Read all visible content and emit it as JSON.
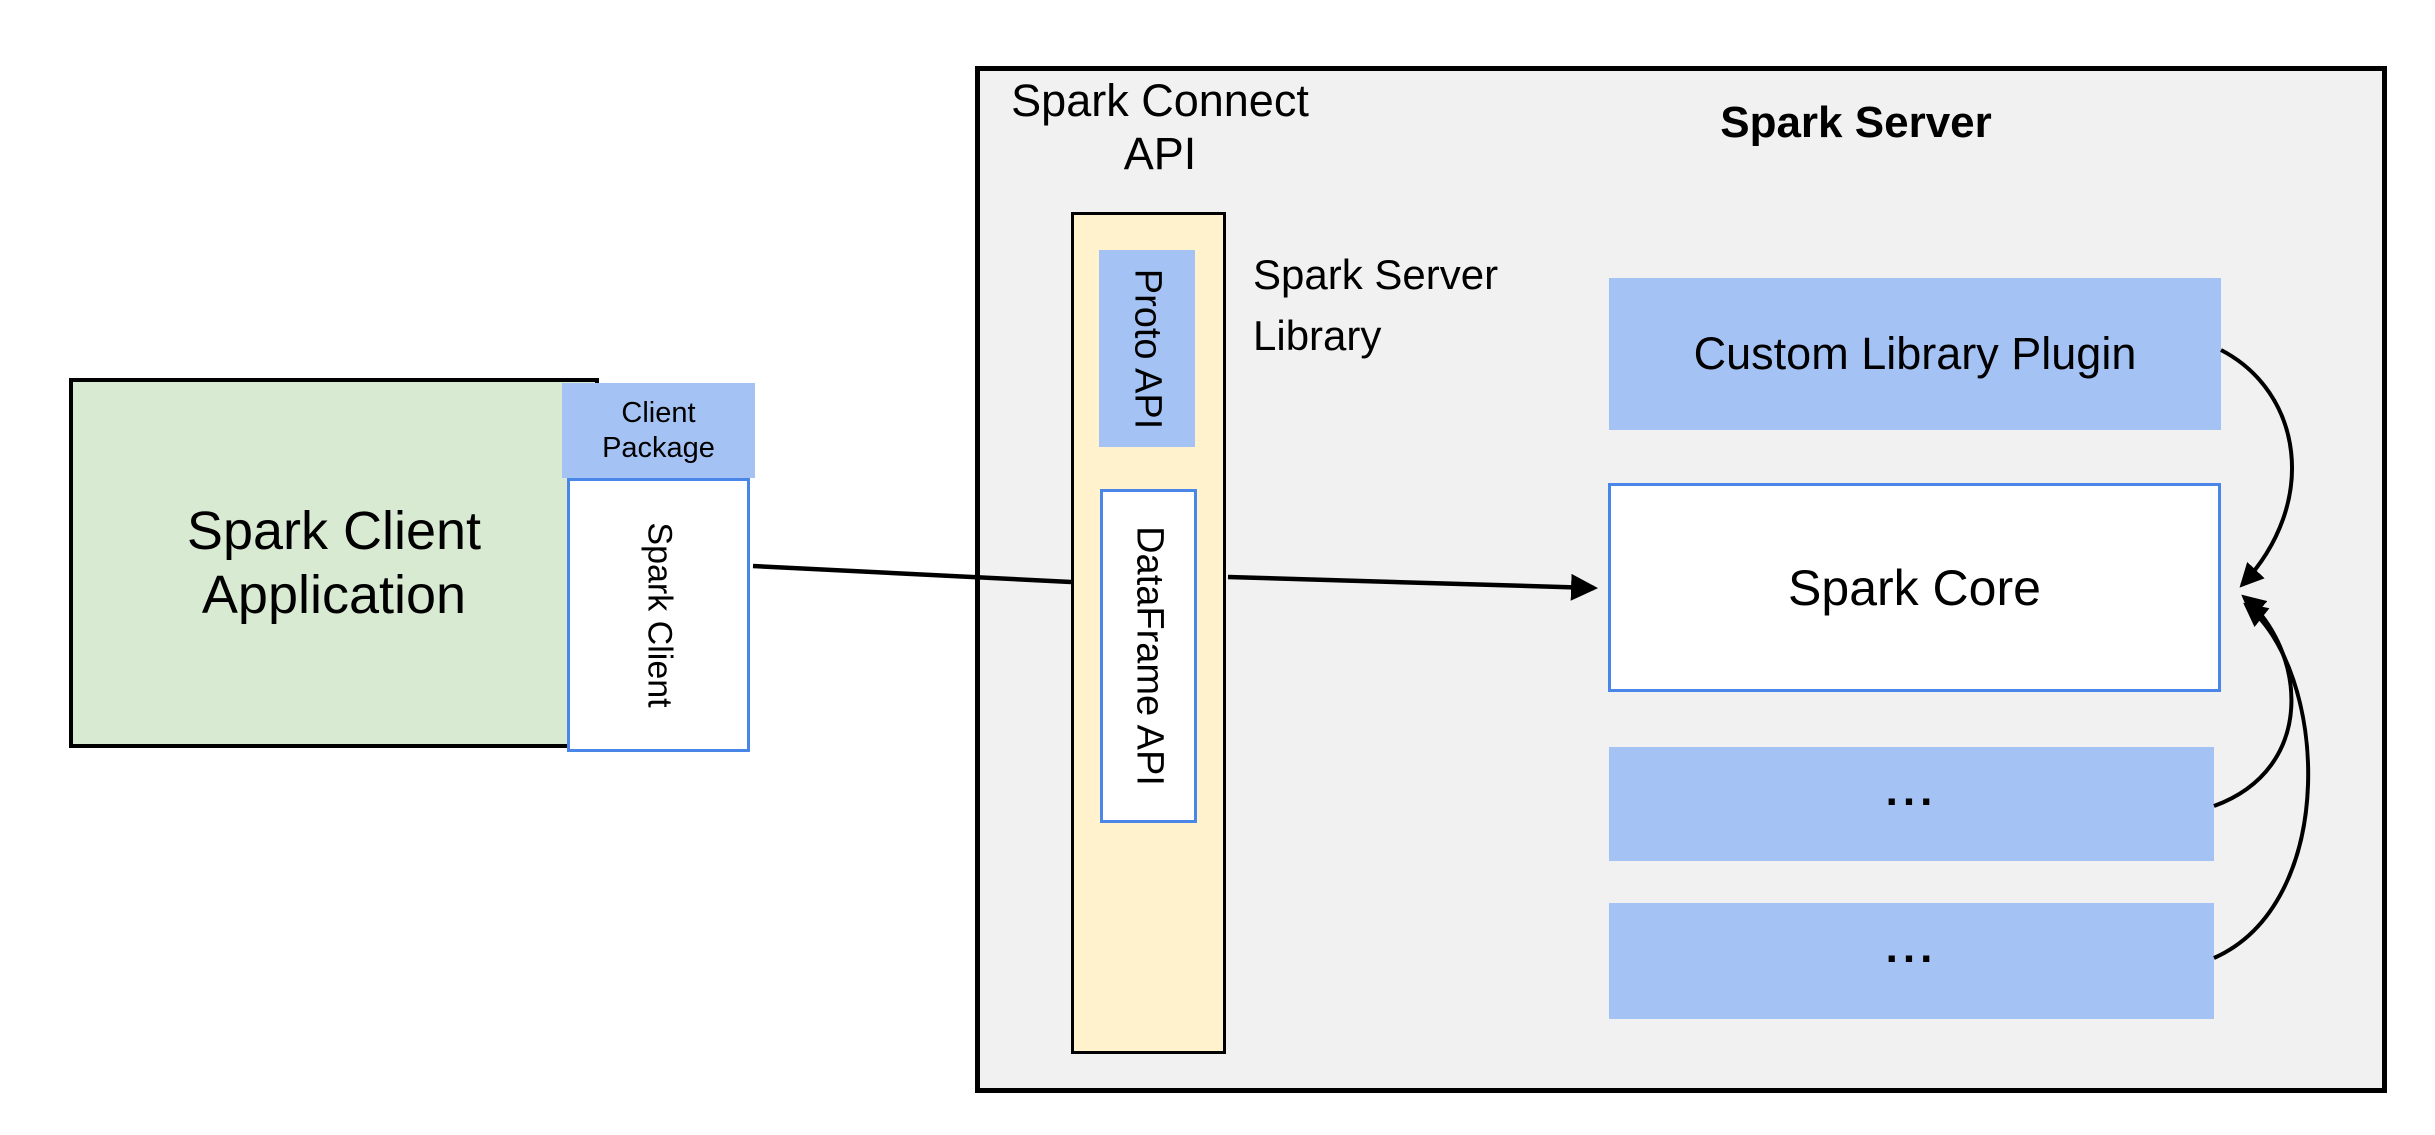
{
  "diagram": {
    "client": {
      "app_label_line1": "Spark Client",
      "app_label_line2": "Application",
      "package_label_line1": "Client",
      "package_label_line2": "Package",
      "spark_client_label": "Spark Client"
    },
    "connect_api": {
      "label_line1": "Spark Connect",
      "label_line2": "API",
      "proto_api_label": "Proto API",
      "dataframe_api_label": "DataFrame API",
      "library_label_line1": "Spark Server",
      "library_label_line2": "Library"
    },
    "server": {
      "title": "Spark Server",
      "custom_library_plugin_label": "Custom Library Plugin",
      "spark_core_label": "Spark Core",
      "ellipsis_box_1_label": "...",
      "ellipsis_box_2_label": "..."
    },
    "colors": {
      "client_app_fill": "#D9EAD3",
      "plugin_fill": "#A4C2F4",
      "library_fill": "#FFF2CC",
      "server_fill": "#F1F1F1",
      "box_blue_border": "#4A86E8",
      "outline": "#000000"
    }
  }
}
